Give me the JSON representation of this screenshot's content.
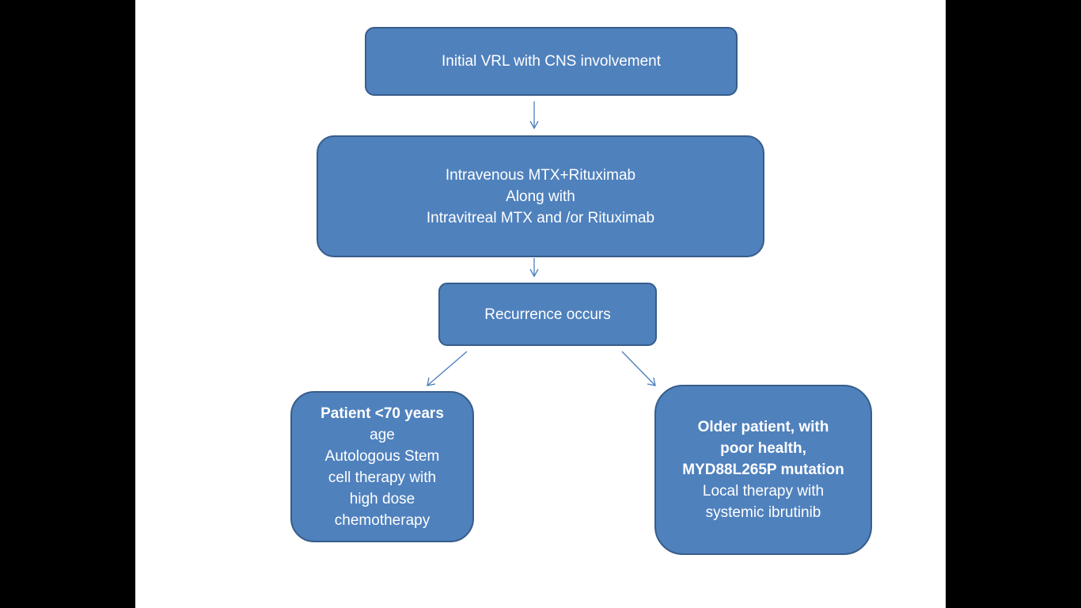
{
  "diagram": {
    "nodes": {
      "initial": {
        "lines": [
          "Initial VRL with CNS involvement"
        ]
      },
      "treatment": {
        "lines": [
          "Intravenous MTX+Rituximab",
          "Along with",
          "Intravitreal MTX and /or Rituximab"
        ]
      },
      "recurrence": {
        "lines": [
          "Recurrence occurs"
        ]
      },
      "young": {
        "bold_lines": [
          "Patient <70 years"
        ],
        "lines": [
          "age",
          "Autologous Stem",
          "cell therapy with",
          "high dose",
          "chemotherapy"
        ]
      },
      "old": {
        "bold_lines": [
          "Older patient,  with",
          "poor health,",
          "MYD88L265P mutation"
        ],
        "lines": [
          "Local therapy with",
          "systemic ibrutinib"
        ]
      }
    },
    "colors": {
      "box_fill": "#4f81bd",
      "box_border": "#385d8a",
      "arrow": "#4a7ebb",
      "text": "#ffffff",
      "slide_background": "#ffffff",
      "page_background": "#000000"
    }
  }
}
